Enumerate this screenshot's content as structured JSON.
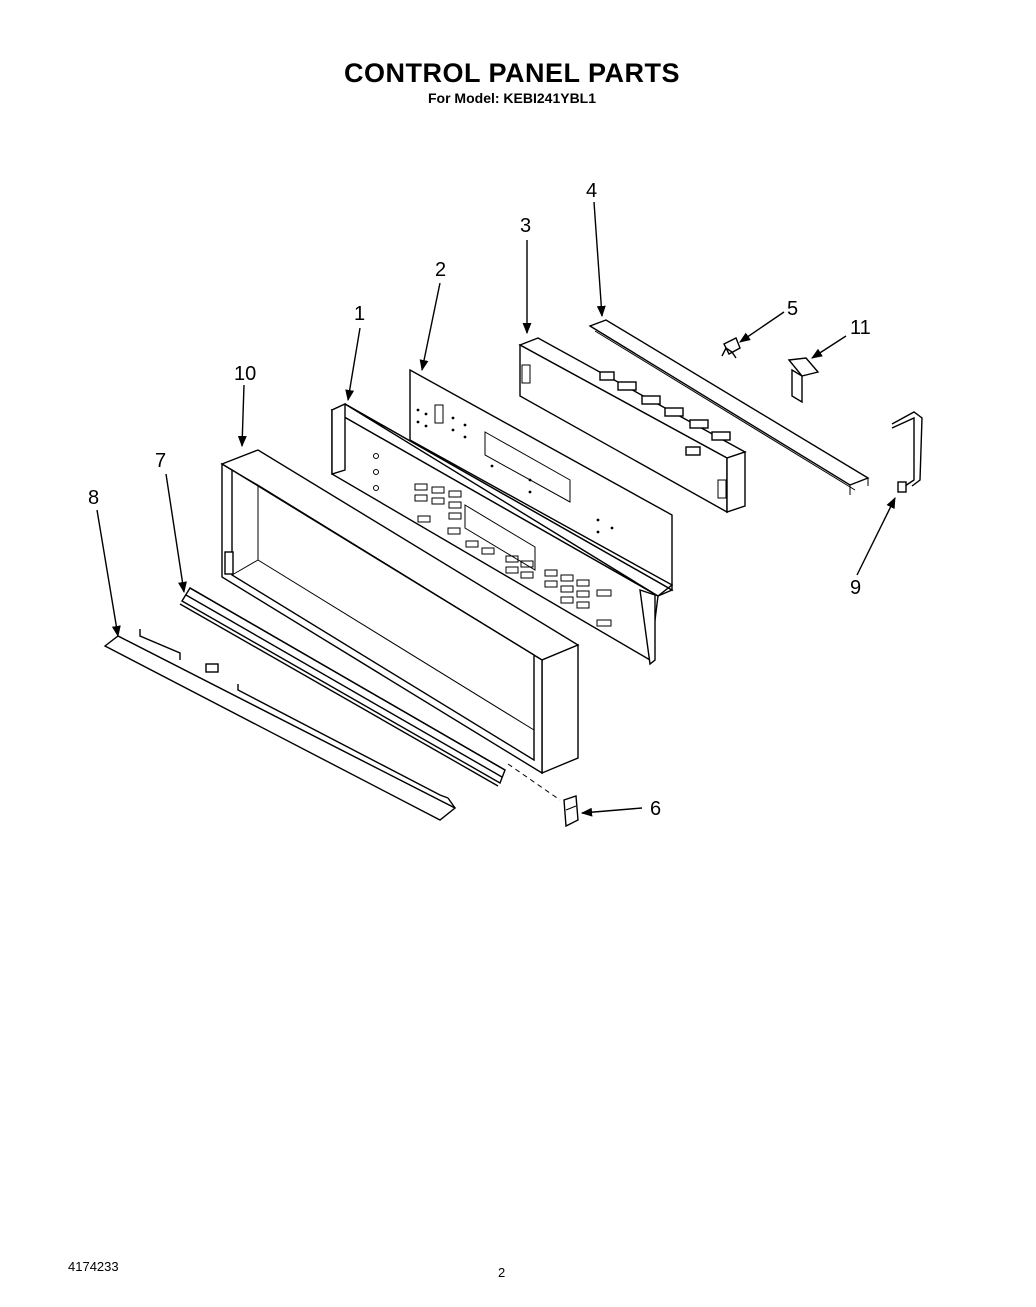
{
  "header": {
    "title": "CONTROL PANEL PARTS",
    "subtitle": "For Model: KEBI241YBL1"
  },
  "callouts": [
    "1",
    "2",
    "3",
    "4",
    "5",
    "6",
    "7",
    "8",
    "9",
    "10",
    "11"
  ],
  "footer": {
    "doc_number": "4174233",
    "page_number": "2"
  }
}
